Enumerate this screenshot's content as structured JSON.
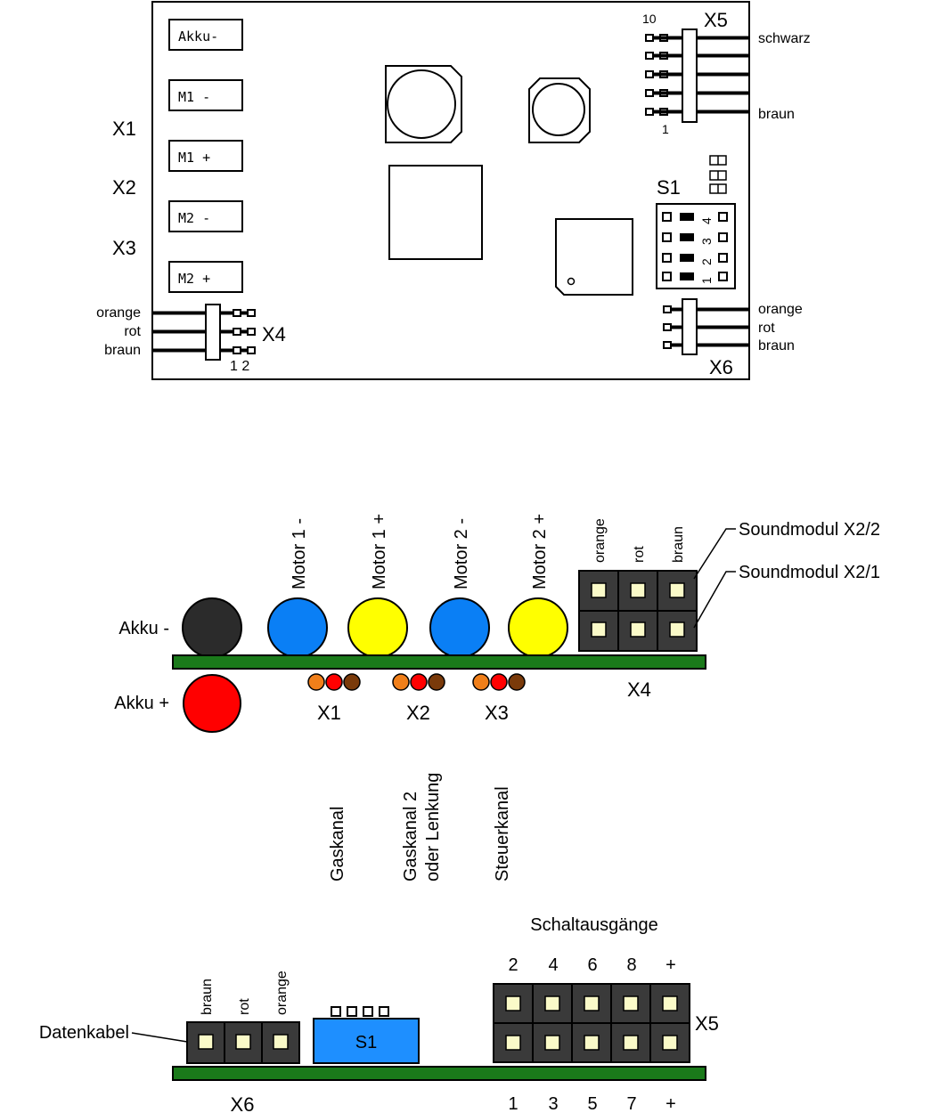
{
  "board": {
    "labels": [
      "Akku-",
      "M1 -",
      "M1 +",
      "M2 -",
      "M2 +"
    ],
    "left_connectors": [
      "X1",
      "X2",
      "X3"
    ],
    "x4": {
      "name": "X4",
      "wires": [
        "orange",
        "rot",
        "braun"
      ],
      "pin_numbers": "1 2"
    },
    "x5": {
      "name": "X5",
      "pin_top": "10",
      "pin_bottom": "1",
      "wire_top": "schwarz",
      "wire_bottom": "braun"
    },
    "s1": {
      "name": "S1",
      "switch_numbers": [
        "4",
        "3",
        "2",
        "1"
      ]
    },
    "x6": {
      "name": "X6",
      "wires": [
        "orange",
        "rot",
        "braun"
      ]
    }
  },
  "middle": {
    "akku_minus": "Akku -",
    "akku_plus": "Akku +",
    "motors": [
      "Motor 1 -",
      "Motor 1 +",
      "Motor 2 -",
      "Motor 2 +"
    ],
    "x4_columns": [
      "orange",
      "rot",
      "braun"
    ],
    "soundmodul_top": "Soundmodul X2/2",
    "soundmodul_bottom": "Soundmodul X2/1",
    "x4_label": "X4",
    "channels": [
      {
        "name": "X1",
        "lines": [
          "Gaskanal"
        ]
      },
      {
        "name": "X2",
        "lines": [
          "Gaskanal 2",
          "oder Lenkung"
        ]
      },
      {
        "name": "X3",
        "lines": [
          "Steuerkanal"
        ]
      }
    ],
    "colors": {
      "black": "#2b2b2b",
      "red": "#ff0000",
      "blue": "#0a7ff5",
      "yellow": "#ffff00",
      "pcb": "#1a7a1a",
      "header": "#3a3a3a",
      "pin": "#fafac8",
      "orange": "#f07f1a",
      "brown": "#7a3a0a"
    }
  },
  "bottom": {
    "schaltausgaenge": "Schaltausgänge",
    "top_numbers": [
      "2",
      "4",
      "6",
      "8",
      "+"
    ],
    "bottom_numbers": [
      "1",
      "3",
      "5",
      "7",
      "+"
    ],
    "x5_label": "X5",
    "datenkabel": "Datenkabel",
    "x6_columns": [
      "braun",
      "rot",
      "orange"
    ],
    "s1_label": "S1",
    "x6_label": "X6",
    "s1_color": "#1e8fff"
  }
}
